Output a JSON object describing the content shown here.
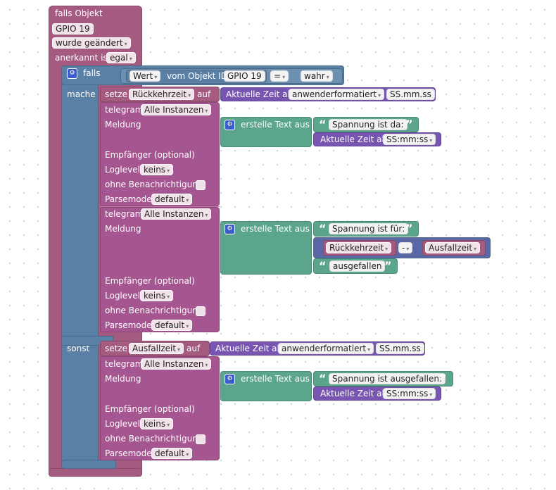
{
  "trigger": {
    "title": "falls Objekt",
    "object_id": "GPIO 19",
    "event": "wurde geändert",
    "ack_label": "anerkannt ist",
    "ack_value": "egal"
  },
  "if_block": {
    "if_label": "falls",
    "then_label": "mache",
    "else_label": "sonst",
    "condition": {
      "value_label": "Wert",
      "of_object": "vom Objekt ID",
      "object_id": "GPIO 19",
      "operator": "=",
      "compare_value": "wahr"
    }
  },
  "then": {
    "set1": {
      "keyword": "setze",
      "variable": "Rückkehrzeit",
      "to": "auf",
      "time_label": "Aktuelle Zeit als",
      "format": "anwenderformatiert",
      "pattern": "SS.mm.ss"
    },
    "telegram1": {
      "label": "telegram",
      "instance": "Alle Instanzen",
      "message_label": "Meldung",
      "create_text": "erstelle Text aus",
      "text1": "Spannung ist da:",
      "time_label": "Aktuelle Zeit als",
      "time_format": "SS:mm:ss",
      "recipient_label": "Empfänger (optional)",
      "loglevel_label": "Loglevel",
      "loglevel": "keins",
      "silent_label": "ohne Benachrichtigung",
      "parsemode_label": "Parsemode",
      "parsemode": "default"
    },
    "telegram2": {
      "label": "telegram",
      "instance": "Alle Instanzen",
      "message_label": "Meldung",
      "create_text": "erstelle Text aus",
      "text1": "Spannung ist für:",
      "var_a": "Rückkehrzeit",
      "minus": "-",
      "var_b": "Ausfallzeit",
      "text2": "ausgefallen",
      "recipient_label": "Empfänger (optional)",
      "loglevel_label": "Loglevel",
      "loglevel": "keins",
      "silent_label": "ohne Benachrichtigung",
      "parsemode_label": "Parsemode",
      "parsemode": "default"
    }
  },
  "else": {
    "set": {
      "keyword": "setze",
      "variable": "Ausfallzeit",
      "to": "auf",
      "time_label": "Aktuelle Zeit als",
      "format": "anwenderformatiert",
      "pattern": "SS.mm.ss"
    },
    "telegram": {
      "label": "telegram",
      "instance": "Alle Instanzen",
      "message_label": "Meldung",
      "create_text": "erstelle Text aus",
      "text1": "Spannung ist ausgefallen:",
      "time_label": "Aktuelle Zeit als",
      "time_format": "SS:mm:ss",
      "recipient_label": "Empfänger (optional)",
      "loglevel_label": "Loglevel",
      "loglevel": "keins",
      "silent_label": "ohne Benachrichtigung",
      "parsemode_label": "Parsemode",
      "parsemode": "default"
    }
  },
  "glyphs": {
    "dropdown": "▾",
    "open_quote": "“",
    "close_quote": "”",
    "gear": "⚙"
  },
  "colors": {
    "trigger": "#a55b80",
    "logic": "#5b80a5",
    "variables": "#a55b80",
    "telegram": "#a5558f",
    "time": "#7755b0",
    "text": "#5ba58c"
  }
}
